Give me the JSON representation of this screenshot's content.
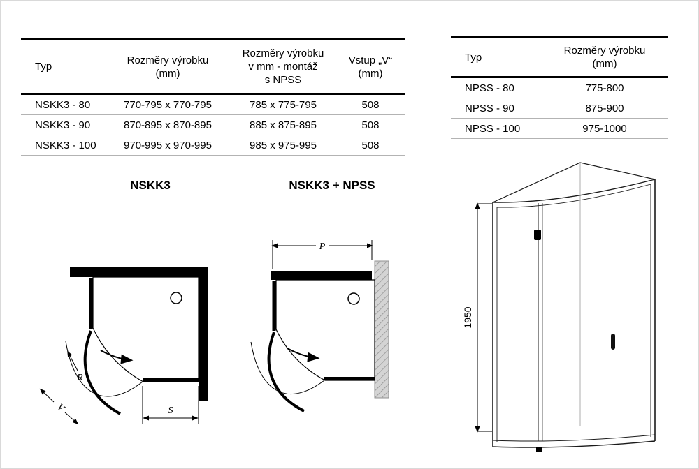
{
  "page": {
    "background": "#ffffff"
  },
  "left_table": {
    "headers": [
      "Typ",
      "Rozměry výrobku\n(mm)",
      "Rozměry výrobku\nv mm - montáž\ns NPSS",
      "Vstup „V“\n(mm)"
    ],
    "rows": [
      [
        "NSKK3 - 80",
        "770-795 x 770-795",
        "785 x 775-795",
        "508"
      ],
      [
        "NSKK3 - 90",
        "870-895 x 870-895",
        "885 x 875-895",
        "508"
      ],
      [
        "NSKK3 - 100",
        "970-995 x 970-995",
        "985 x 975-995",
        "508"
      ]
    ]
  },
  "right_table": {
    "headers": [
      "Typ",
      "Rozměry výrobku\n(mm)"
    ],
    "rows": [
      [
        "NPSS - 80",
        "775-800"
      ],
      [
        "NPSS - 90",
        "875-900"
      ],
      [
        "NPSS - 100",
        "975-1000"
      ]
    ]
  },
  "diagrams": {
    "nskk3_title": "NSKK3",
    "combo_title": "NSKK3 + NPSS",
    "labels": {
      "radius": "R",
      "entry": "V",
      "side": "S",
      "width": "P",
      "height": "1950"
    }
  }
}
